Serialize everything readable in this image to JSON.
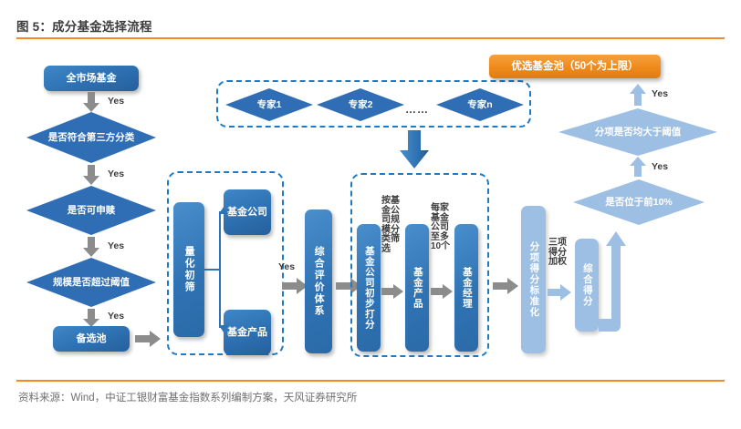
{
  "figure": {
    "title": "图 5：成分基金选择流程",
    "source": "资料来源：Wind，中证工银财富基金指数系列编制方案，天风证券研究所",
    "accent_color": "#f08a24",
    "primary_blue": "#2f73b4",
    "light_blue": "#9dbfe4",
    "orange": "#ef8a1c"
  },
  "left_column": {
    "start_box": "全市场基金",
    "decisions": [
      {
        "label": "是否符合第三方分类",
        "yes": "Yes"
      },
      {
        "label": "是否可申赎",
        "yes": "Yes"
      },
      {
        "label": "规模是否超过阈值",
        "yes": "Yes"
      }
    ],
    "first_yes": "Yes",
    "end_box": "备选池"
  },
  "expert_panel": {
    "experts": [
      "专家1",
      "专家2",
      "专家n"
    ],
    "ellipsis": "……"
  },
  "quant_group": {
    "screen_box": "量化初筛",
    "branches": [
      "基金公司",
      "基金产品"
    ],
    "yes": "Yes"
  },
  "evaluation": {
    "system_box": "综合评价体系"
  },
  "scoring_group": {
    "steps": [
      "基金公司初步打分",
      "基金产品",
      "基金经理"
    ],
    "notes": [
      "按基金公司规模分类筛选",
      "每家基金公司至多10个"
    ]
  },
  "right_column": {
    "standardize_box": "分项得分标准化",
    "weight_note": "三项得分加权",
    "total_box": "综合得分",
    "decisions": [
      {
        "label": "是否位于前10%",
        "yes": "Yes"
      },
      {
        "label": "分项是否均大于阈值",
        "yes": "Yes"
      }
    ],
    "result_banner": "优选基金池（50个为上限）"
  }
}
